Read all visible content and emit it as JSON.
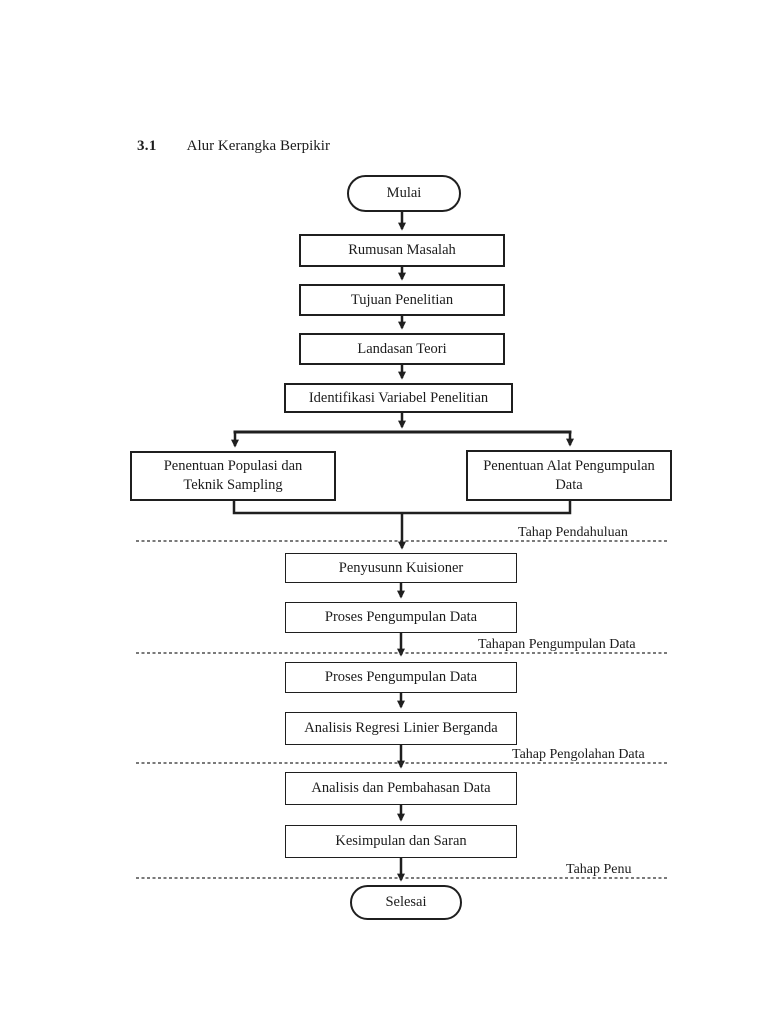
{
  "page": {
    "heading": {
      "number": "3.1",
      "title": "Alur Kerangka Berpikir"
    },
    "flowchart": {
      "nodes": {
        "start": "Mulai",
        "rumusan_masalah": "Rumusan Masalah",
        "tujuan_penelitian": "Tujuan Penelitian",
        "landasan_teori": "Landasan Teori",
        "identifikasi_variabel": "Identifikasi Variabel Penelitian",
        "penentuan_populasi": "Penentuan Populasi dan Teknik Sampling",
        "penentuan_alat": "Penentuan Alat Pengumpulan Data",
        "penyusunan_kuisioner": "Penyusunn Kuisioner",
        "proses_pengumpulan_1": "Proses Pengumpulan Data",
        "proses_pengumpulan_2": "Proses Pengumpulan Data",
        "analisis_regresi": "Analisis Regresi Linier Berganda",
        "analisis_pembahasan": "Analisis dan Pembahasan Data",
        "kesimpulan_saran": "Kesimpulan dan Saran",
        "end": "Selesai"
      },
      "stage_labels": {
        "pendahuluan": "Tahap Pendahuluan",
        "pengumpulan": "Tahapan Pengumpulan Data",
        "pengolahan": "Tahap Pengolahan Data",
        "penutup": "Tahap Penu"
      },
      "line_color": "#1f1f1f"
    }
  }
}
